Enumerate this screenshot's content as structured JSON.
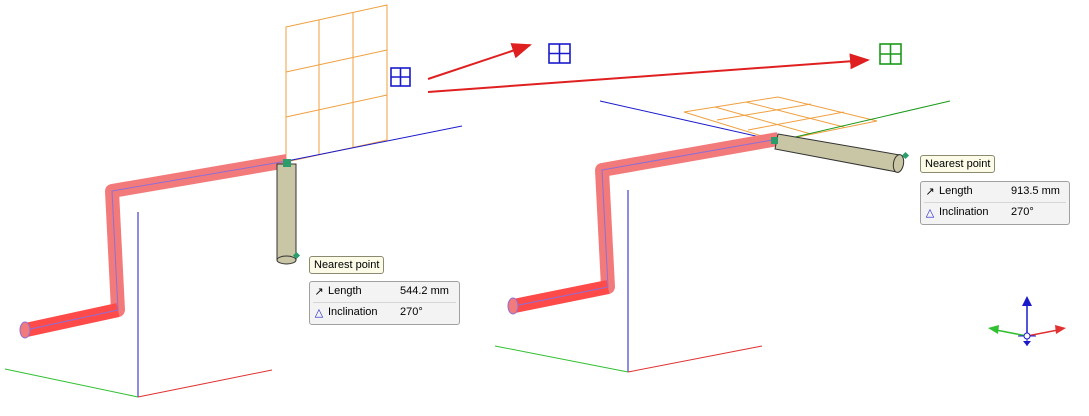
{
  "left_view": {
    "tooltip_title": "Nearest point",
    "length_label": "Length",
    "length_value": "544.2 mm",
    "inclination_label": "Inclination",
    "inclination_value": "270°"
  },
  "right_view": {
    "tooltip_title": "Nearest point",
    "length_label": "Length",
    "length_value": "913.5 mm",
    "inclination_label": "Inclination",
    "inclination_value": "270°"
  },
  "icons": {
    "length": "length-arrow-icon",
    "inclination": "inclination-triangle-icon",
    "workplane": "workplane-grid-icon",
    "axis_gizmo": "axis-triad-icon"
  },
  "colors": {
    "pipe_highlight": "#f37a7a",
    "pipe_core": "#8c6fd8",
    "pipe_new": "#c8c6a4",
    "grid": "#f0a040",
    "axis_x": "#e03030",
    "axis_y": "#30c030",
    "axis_z": "#1a1acc",
    "arrow": "#e02020",
    "snap": "#2a9d6a"
  }
}
